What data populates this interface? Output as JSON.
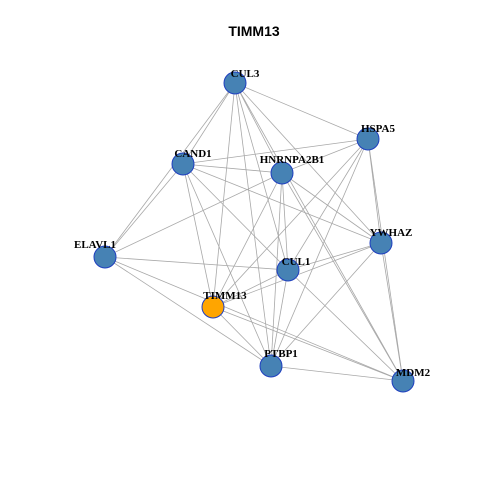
{
  "title": "TIMM13",
  "colors": {
    "node_fill": "#4682b4",
    "focus_fill": "#ffa500",
    "node_stroke": "#1f3fbf",
    "edge": "#a8a8a8"
  },
  "nodes": [
    {
      "id": "CUL3",
      "label": "CUL3",
      "focus": false
    },
    {
      "id": "HSPA5",
      "label": "HSPA5",
      "focus": false
    },
    {
      "id": "CAND1",
      "label": "CAND1",
      "focus": false
    },
    {
      "id": "HNRNPA2B1",
      "label": "HNRNPA2B1",
      "focus": false
    },
    {
      "id": "YWHAZ",
      "label": "YWHAZ",
      "focus": false
    },
    {
      "id": "ELAVL1",
      "label": "ELAVL1",
      "focus": false
    },
    {
      "id": "CUL1",
      "label": "CUL1",
      "focus": false
    },
    {
      "id": "TIMM13",
      "label": "TIMM13",
      "focus": true
    },
    {
      "id": "PTBP1",
      "label": "PTBP1",
      "focus": false
    },
    {
      "id": "MDM2",
      "label": "MDM2",
      "focus": false
    }
  ],
  "edges": [
    [
      "CUL3",
      "HSPA5"
    ],
    [
      "CUL3",
      "CAND1"
    ],
    [
      "CUL3",
      "HNRNPA2B1"
    ],
    [
      "CUL3",
      "YWHAZ"
    ],
    [
      "CUL3",
      "ELAVL1"
    ],
    [
      "CUL3",
      "CUL1"
    ],
    [
      "CUL3",
      "TIMM13"
    ],
    [
      "CUL3",
      "PTBP1"
    ],
    [
      "CUL3",
      "MDM2"
    ],
    [
      "HSPA5",
      "CAND1"
    ],
    [
      "HSPA5",
      "HNRNPA2B1"
    ],
    [
      "HSPA5",
      "YWHAZ"
    ],
    [
      "HSPA5",
      "CUL1"
    ],
    [
      "HSPA5",
      "TIMM13"
    ],
    [
      "HSPA5",
      "PTBP1"
    ],
    [
      "HSPA5",
      "MDM2"
    ],
    [
      "CAND1",
      "HNRNPA2B1"
    ],
    [
      "CAND1",
      "YWHAZ"
    ],
    [
      "CAND1",
      "ELAVL1"
    ],
    [
      "CAND1",
      "CUL1"
    ],
    [
      "CAND1",
      "TIMM13"
    ],
    [
      "CAND1",
      "PTBP1"
    ],
    [
      "HNRNPA2B1",
      "YWHAZ"
    ],
    [
      "HNRNPA2B1",
      "ELAVL1"
    ],
    [
      "HNRNPA2B1",
      "CUL1"
    ],
    [
      "HNRNPA2B1",
      "TIMM13"
    ],
    [
      "HNRNPA2B1",
      "PTBP1"
    ],
    [
      "HNRNPA2B1",
      "MDM2"
    ],
    [
      "YWHAZ",
      "CUL1"
    ],
    [
      "YWHAZ",
      "TIMM13"
    ],
    [
      "YWHAZ",
      "PTBP1"
    ],
    [
      "YWHAZ",
      "MDM2"
    ],
    [
      "ELAVL1",
      "CUL1"
    ],
    [
      "ELAVL1",
      "PTBP1"
    ],
    [
      "ELAVL1",
      "MDM2"
    ],
    [
      "CUL1",
      "TIMM13"
    ],
    [
      "CUL1",
      "PTBP1"
    ],
    [
      "CUL1",
      "MDM2"
    ],
    [
      "TIMM13",
      "PTBP1"
    ],
    [
      "TIMM13",
      "MDM2"
    ],
    [
      "PTBP1",
      "MDM2"
    ]
  ]
}
